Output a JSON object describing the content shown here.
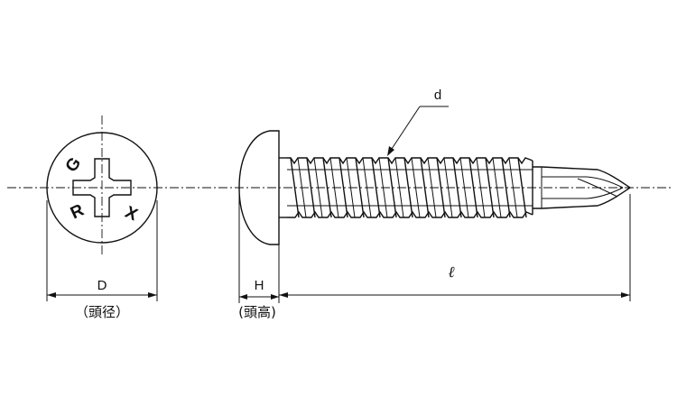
{
  "head_view": {
    "marks": [
      "G",
      "R",
      "X"
    ]
  },
  "labels": {
    "thread_diameter": "d",
    "length": "ℓ",
    "head_diameter": "D",
    "head_diameter_jp": "（頭径）",
    "head_height": "H",
    "head_height_jp": "(頭高)"
  }
}
